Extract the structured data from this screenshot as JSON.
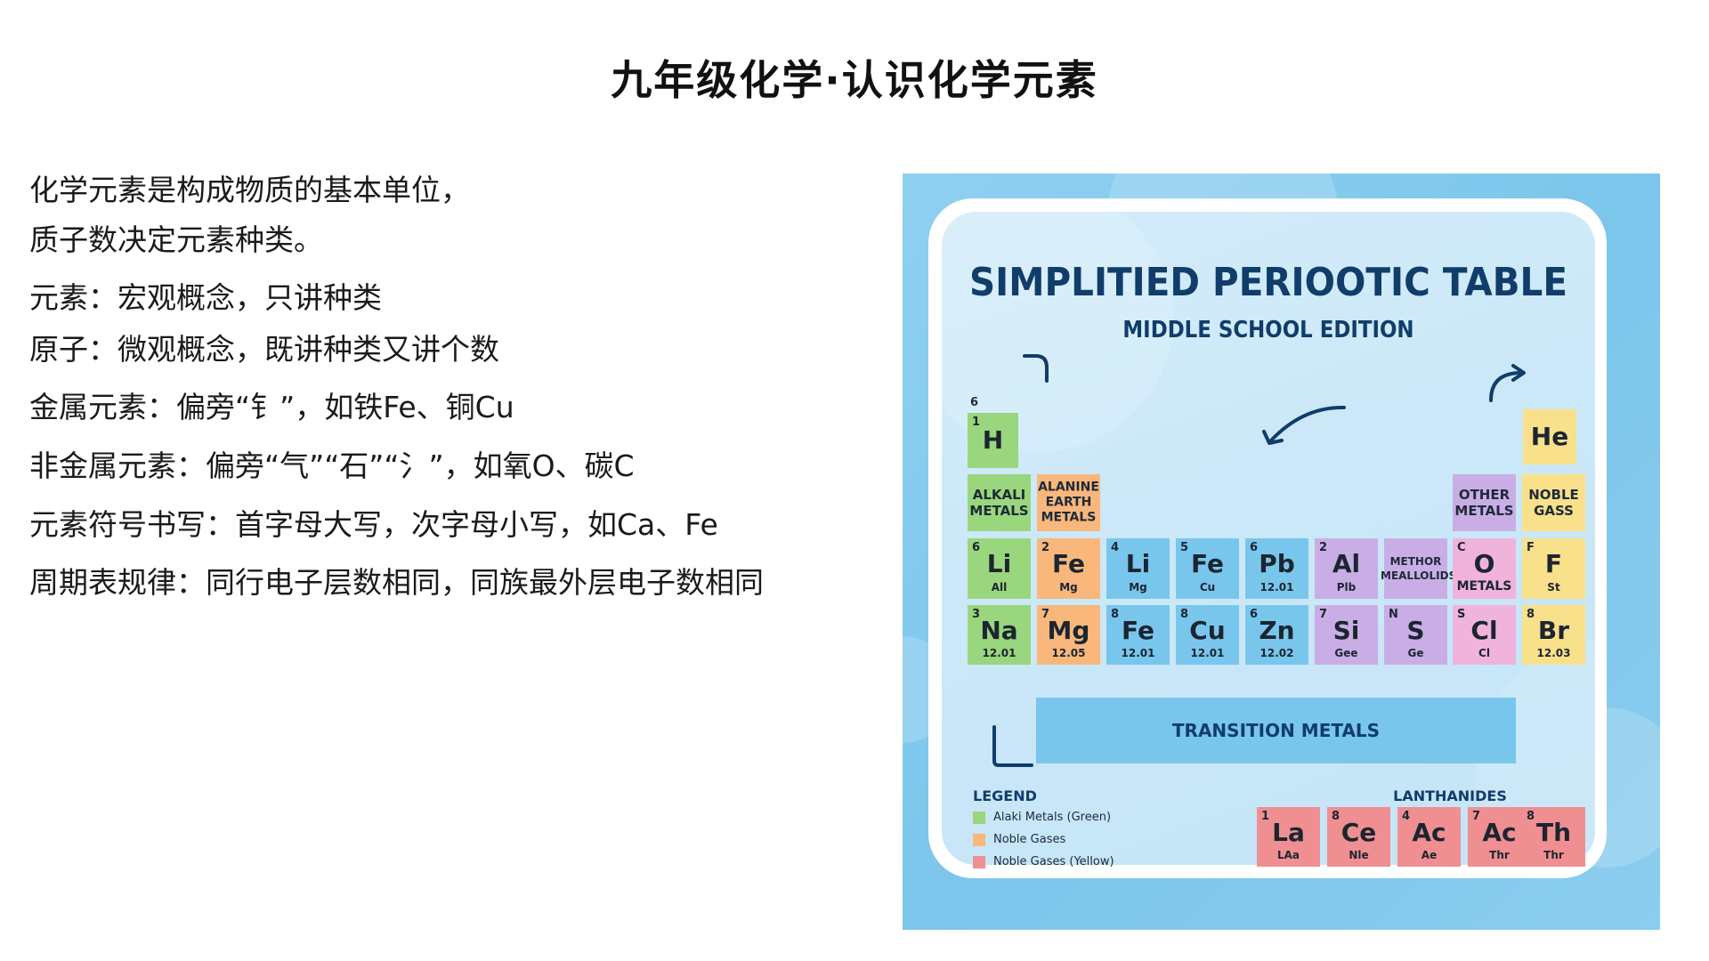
{
  "page": {
    "title": "九年级化学·认识化学元素"
  },
  "notes": [
    "化学元素是构成物质的基本单位，",
    "质子数决定元素种类。",
    "元素：宏观概念，只讲种类",
    "原子：微观概念，既讲种类又讲个数",
    "金属元素：偏旁“钅”，如铁Fe、铜Cu",
    "非金属元素：偏旁“气”“石”“氵”，如氧O、碳C",
    "元素符号书写：首字母大写，次字母小写，如Ca、Fe",
    "周期表规律：同行电子层数相同，同族最外层电子数相同"
  ],
  "figure": {
    "title": "SIMPLITIED PERIOOTIC TABLE",
    "subtitle": "MIDDLE SCHOOL EDITION",
    "corner_label": "6",
    "colors": {
      "green": "#9ad67d",
      "orange": "#f9b77c",
      "blue": "#79c6ec",
      "purple": "#c9aee6",
      "pink": "#f0b3dc",
      "yellow": "#f9e08a",
      "red": "#ef8f92",
      "navy": "#103d6a"
    },
    "h_cell": {
      "num": "1",
      "sym": "H"
    },
    "he_cell": {
      "sym": "He"
    },
    "category_labels": [
      {
        "text": "ALKALI\nMETALS",
        "color": "green"
      },
      {
        "text": "ALANINE\nEARTH\nMETALS",
        "color": "orange"
      },
      {
        "text": "OTHER\nMETALS",
        "color": "purple"
      },
      {
        "text": "NOBLE\nGASS",
        "color": "yellow"
      }
    ],
    "row1": [
      {
        "num": "6",
        "sym": "Li",
        "sub": "All",
        "color": "green"
      },
      {
        "num": "2",
        "sym": "Fe",
        "sub": "Mg",
        "color": "orange"
      },
      {
        "num": "4",
        "sym": "Li",
        "sub": "Mg",
        "color": "blue"
      },
      {
        "num": "5",
        "sym": "Fe",
        "sub": "Cu",
        "color": "blue"
      },
      {
        "num": "6",
        "sym": "Pb",
        "sub": "12.01",
        "color": "blue"
      },
      {
        "num": "2",
        "sym": "Al",
        "sub": "Plb",
        "color": "purple"
      },
      {
        "num": "",
        "sym": "",
        "sub": "",
        "label": "METHOR\nMEALLOLIDS",
        "color": "purple"
      },
      {
        "num": "C",
        "sym": "O",
        "sub": "METALS",
        "color": "pink"
      },
      {
        "num": "F",
        "sym": "F",
        "sub": "St",
        "color": "yellow"
      }
    ],
    "row2": [
      {
        "num": "3",
        "sym": "Na",
        "sub": "12.01",
        "color": "green"
      },
      {
        "num": "7",
        "sym": "Mg",
        "sub": "12.05",
        "color": "orange"
      },
      {
        "num": "8",
        "sym": "Fe",
        "sub": "12.01",
        "color": "blue"
      },
      {
        "num": "8",
        "sym": "Cu",
        "sub": "12.01",
        "color": "blue"
      },
      {
        "num": "6",
        "sym": "Zn",
        "sub": "12.02",
        "color": "blue"
      },
      {
        "num": "7",
        "sym": "Si",
        "sub": "Gee",
        "color": "purple"
      },
      {
        "num": "N",
        "sym": "S",
        "sub": "Ge",
        "color": "purple"
      },
      {
        "num": "S",
        "sym": "Cl",
        "sub": "Cl",
        "color": "pink"
      },
      {
        "num": "8",
        "sym": "Br",
        "sub": "12.03",
        "color": "yellow"
      }
    ],
    "transition_label": "TRANSITION METALS",
    "legend": {
      "title": "LEGEND",
      "items": [
        {
          "label": "Alaki Metals (Green)",
          "color": "#9ad67d"
        },
        {
          "label": "Noble Gases",
          "color": "#f9b77c"
        },
        {
          "label": "Noble Gases (Yellow)",
          "color": "#ef8f92"
        }
      ]
    },
    "lanthanides": {
      "title": "LANTHANIDES",
      "cells": [
        {
          "num": "1",
          "sym": "La",
          "sub": "LAa"
        },
        {
          "num": "8",
          "sym": "Ce",
          "sub": "Nle"
        },
        {
          "num": "4",
          "sym": "Ac",
          "sub": "Ae"
        },
        {
          "num": "7",
          "sym": "Ac",
          "sub": "Thr"
        },
        {
          "num": "8",
          "sym": "Th",
          "sub": "Thr"
        }
      ]
    }
  }
}
